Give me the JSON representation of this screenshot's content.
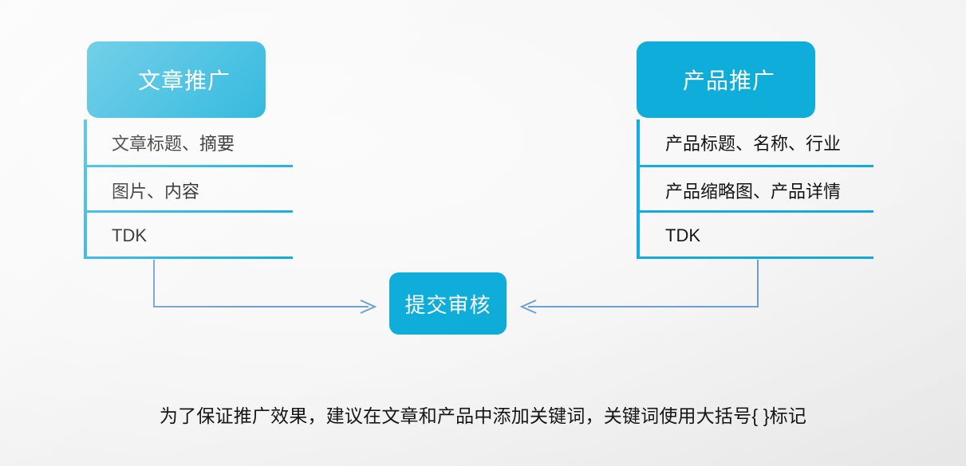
{
  "theme": {
    "brand_blue": "#0fadd9",
    "rule_blue": "#12ace0",
    "arrow_blue": "#6f9fd8",
    "text_dark": "#141414",
    "background": "#f4f4f4"
  },
  "diagram": {
    "type": "flow",
    "columns": [
      {
        "id": "article-promotion",
        "header": "文章推广",
        "rows": [
          "文章标题、摘要",
          "图片、内容",
          "TDK"
        ]
      },
      {
        "id": "product-promotion",
        "header": "产品推广",
        "rows": [
          "产品标题、名称、行业",
          "产品缩略图、产品详情",
          "TDK"
        ]
      }
    ],
    "target": {
      "id": "submit-review",
      "label": "提交审核"
    },
    "connectors": [
      {
        "from": "article-promotion",
        "to": "submit-review",
        "direction": "right"
      },
      {
        "from": "product-promotion",
        "to": "submit-review",
        "direction": "left"
      }
    ]
  },
  "caption": {
    "text": "为了保证推广效果，建议在文章和产品中添加关键词，关键词使用大括号{ }标记"
  }
}
